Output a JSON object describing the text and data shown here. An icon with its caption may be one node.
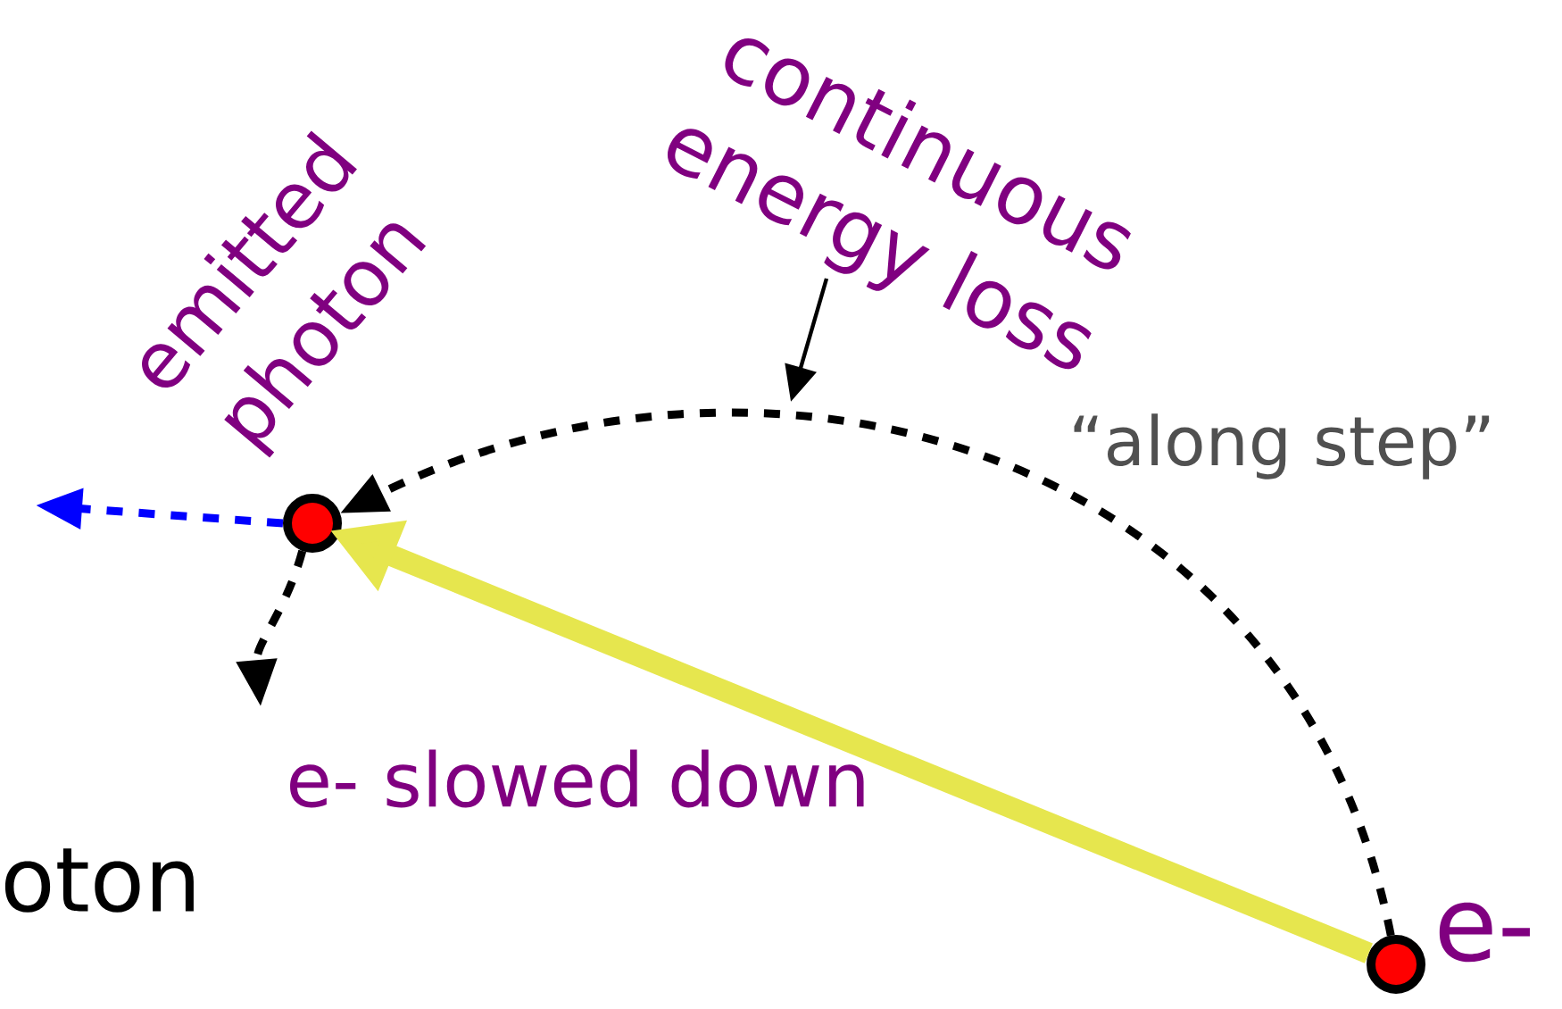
{
  "diagram": {
    "nodes": [
      {
        "text": [],
        "shape": "circle",
        "beside": [
          "e-"
        ]
      },
      {
        "text": [],
        "shape": "circle"
      },
      {
        "text": [
          "e- slowed down"
        ]
      },
      {
        "text": [
          "continuous energy loss"
        ]
      }
    ],
    "edges": [
      {
        "from": 0,
        "to": 1,
        "arrow": "to",
        "style": "thick",
        "color": "#e6e64e"
      },
      {
        "from": 0,
        "to": 1,
        "arrow": "to",
        "style": "dashed",
        "label": "“along step”"
      },
      {
        "from": 1,
        "to": null,
        "arrow": "to",
        "style": "dashed",
        "color": "#0000ff",
        "label": "emitted photon"
      },
      {
        "from": 1,
        "to": 2,
        "arrow": "to",
        "style": "dashed"
      },
      {
        "from": 3,
        "to": null,
        "arrow": "to"
      }
    ],
    "labels": [
      "oton"
    ]
  }
}
